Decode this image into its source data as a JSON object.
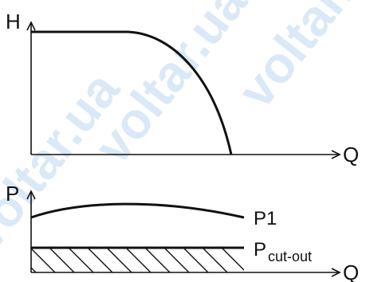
{
  "watermark": {
    "text": "voltar.ua"
  },
  "top_diagram": {
    "y_axis_label": "H",
    "x_axis_label": "Q"
  },
  "bottom_diagram": {
    "y_axis_label": "P",
    "x_axis_label": "Q",
    "curve_label": "P1",
    "threshold_label_main": "P",
    "threshold_label_sub": "cut-out"
  },
  "colors": {
    "ink": "#111111",
    "watermark": "#dbe9f6",
    "background": "#ffffff"
  }
}
